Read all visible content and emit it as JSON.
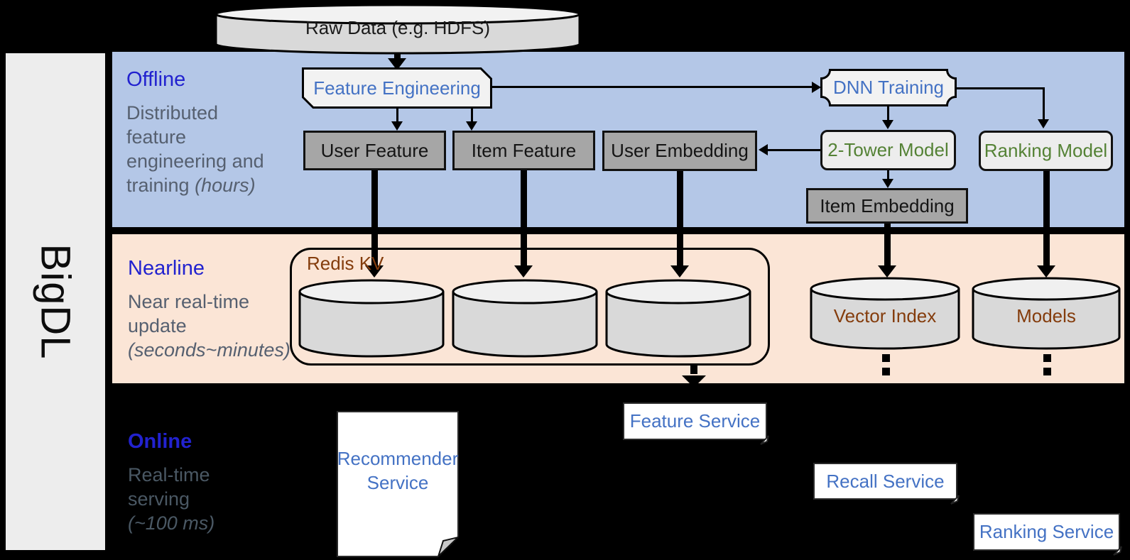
{
  "brand": {
    "name": "BigDL"
  },
  "datasource": {
    "label": "Raw Data (e.g. HDFS)"
  },
  "bands": {
    "offline": {
      "title": "Offline",
      "description": "Distributed feature engineering and training",
      "duration": "(hours)"
    },
    "nearline": {
      "title": "Nearline",
      "description": "Near real-time update",
      "duration": "(seconds~minutes)"
    },
    "online": {
      "title": "Online",
      "description": "Real-time serving",
      "duration": "(~100 ms)"
    }
  },
  "offline_nodes": {
    "feature_engineering": "Feature Engineering",
    "user_feature": "User Feature",
    "item_feature": "Item Feature",
    "user_embedding": "User Embedding",
    "dnn_training": "DNN Training",
    "two_tower_model": "2-Tower Model",
    "ranking_model": "Ranking Model",
    "item_embedding": "Item Embedding"
  },
  "nearline_nodes": {
    "redis_kv": "Redis KV",
    "vector_index": "Vector Index",
    "models": "Models"
  },
  "online_nodes": {
    "recommender_service": "Recommender Service",
    "feature_service": "Feature Service",
    "recall_service": "Recall Service",
    "ranking_service": "Ranking Service"
  },
  "colors": {
    "background": "#000000",
    "sidebar": "#ededed",
    "offline_band": "#b4c7e7",
    "nearline_band": "#fbe5d6",
    "band_title_blue": "#2222cf",
    "band_desc_grey": "#566070",
    "accent_blue_text": "#4472c4",
    "accent_green_text": "#548235",
    "accent_brown_text": "#843c0c",
    "grey_node_fill": "#a6a6a6",
    "light_shape_fill": "#f2f2f2",
    "cylinder_fill": "#d9d9d9",
    "service_card_fill": "#ffffff"
  }
}
